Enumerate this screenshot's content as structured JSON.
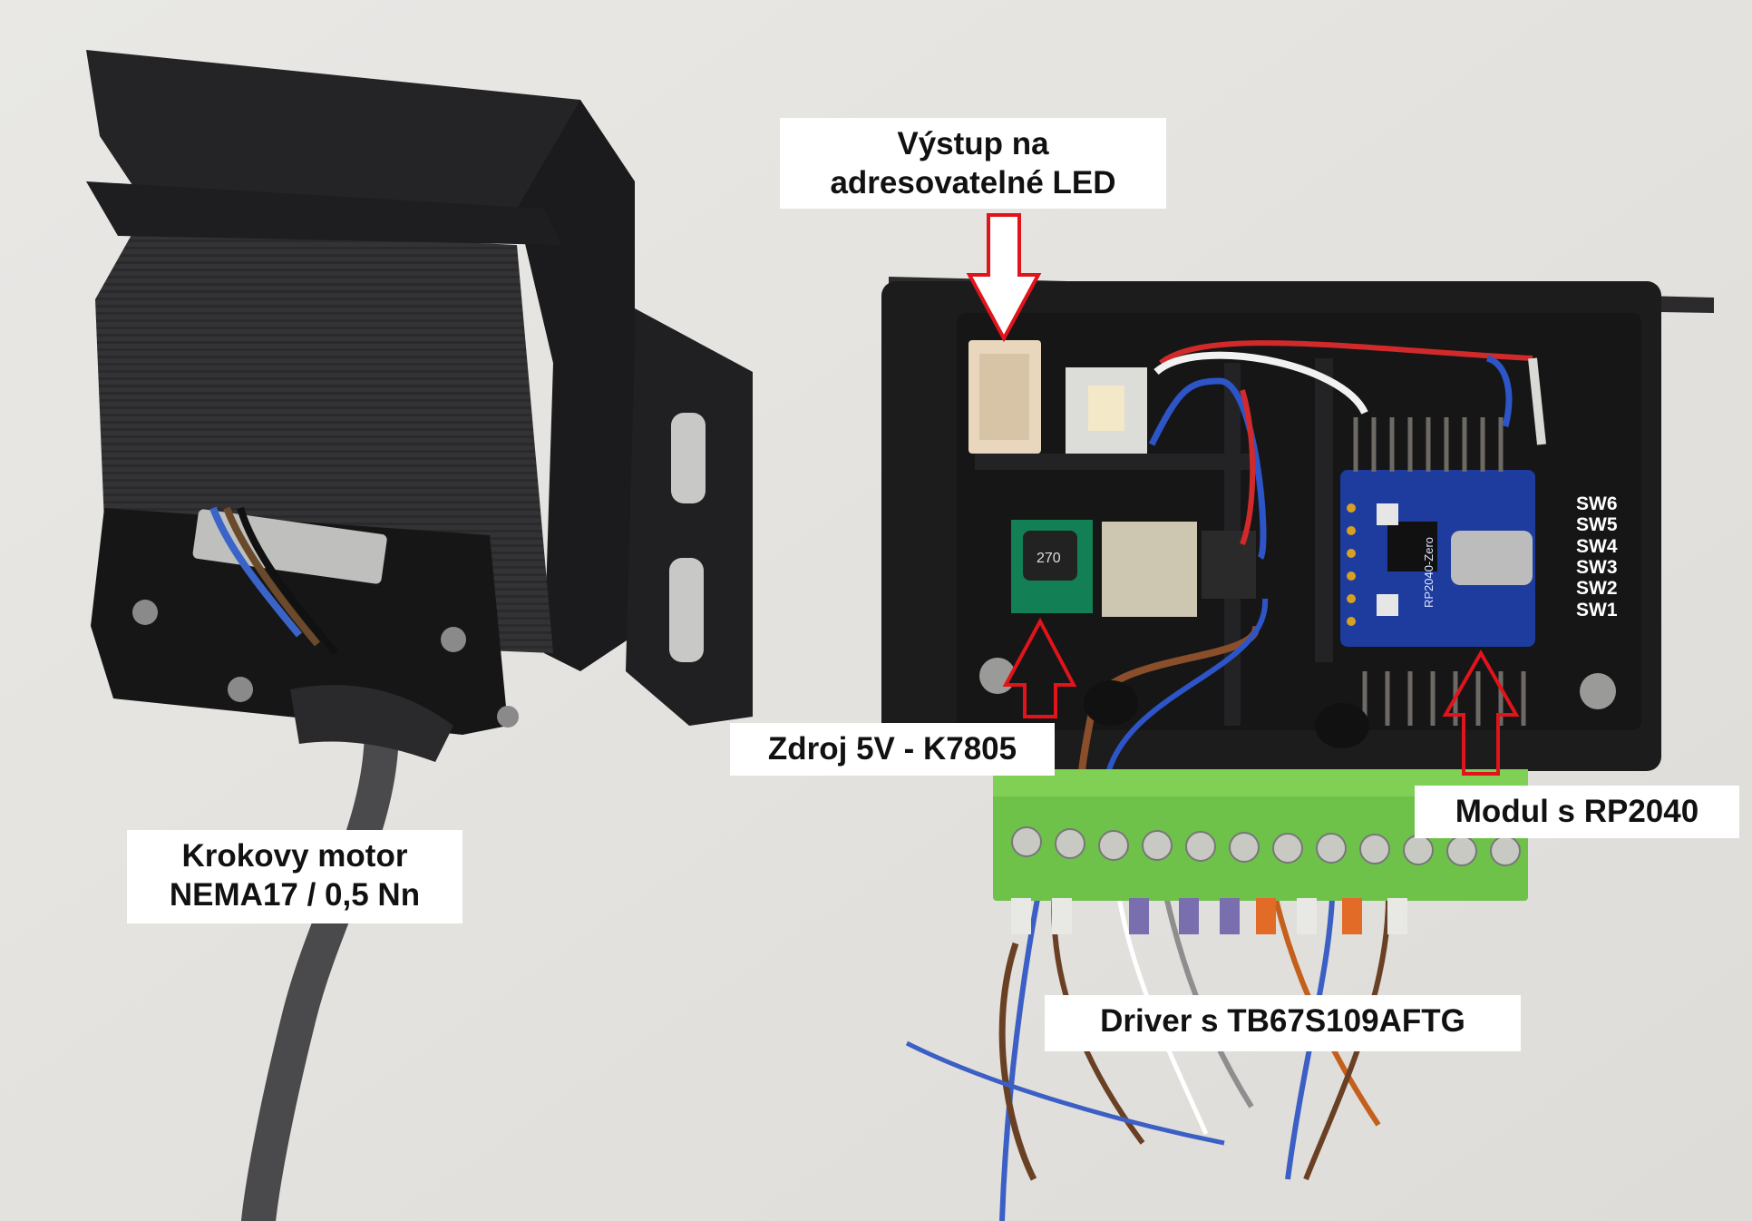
{
  "labels": {
    "led_output": {
      "line1": "Výstup na",
      "line2": "adresovatelné LED"
    },
    "power_supply": {
      "text": "Zdroj 5V - K7805"
    },
    "rp2040_module": {
      "text": "Modul s RP2040"
    },
    "stepper_motor": {
      "line1": "Krokovy motor",
      "line2": "NEMA17 / 0,5 Nn"
    },
    "driver": {
      "text": "Driver s TB67S109AFTG"
    }
  },
  "switch_labels": [
    "SW6",
    "SW5",
    "SW4",
    "SW3",
    "SW2",
    "SW1"
  ],
  "board_print": {
    "chip": "RP2040-Zero",
    "inductor": "270"
  },
  "colors": {
    "background": "#ecebe8",
    "enclosure": "#1c1c1d",
    "arrow": "#e0141a",
    "terminal_block": "#6ec24a",
    "pcb": "#1d3c9e",
    "label_bg": "#ffffff"
  }
}
